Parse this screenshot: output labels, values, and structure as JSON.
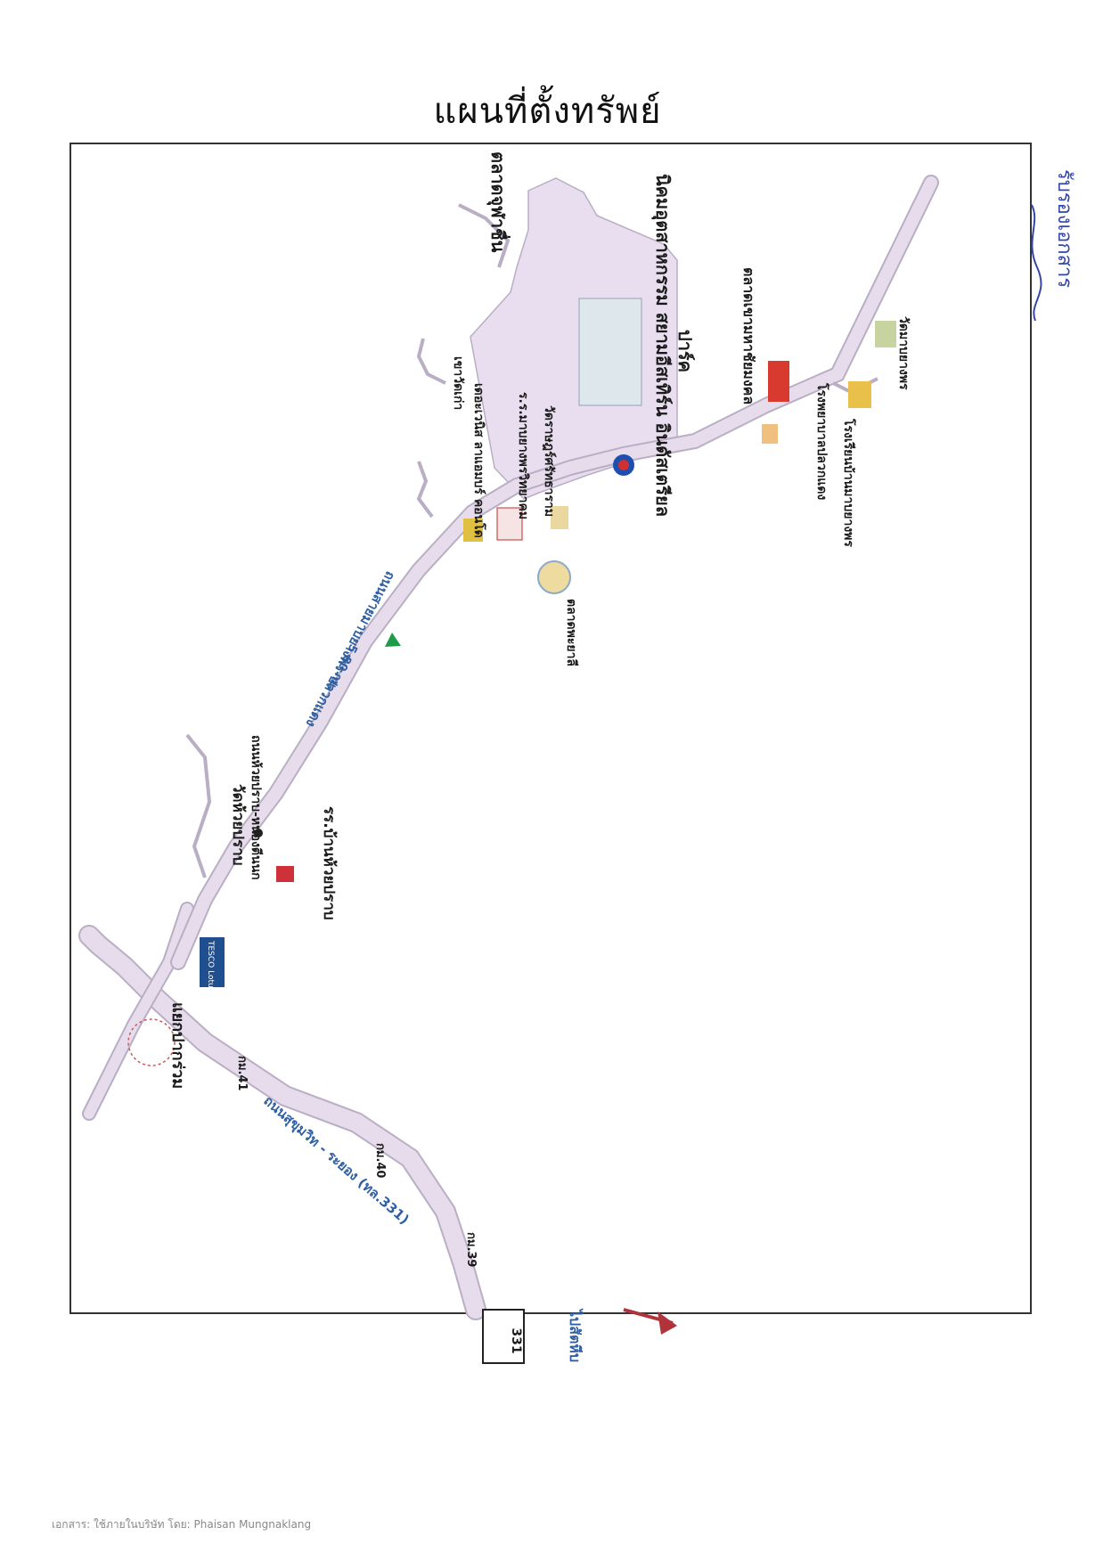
{
  "title": "แผนที่ตั้งทรัพย์",
  "signature_text": "รับรองเอกสาร",
  "footer": "เอกสาร: ใช้ภายในบริษัท โดย: Phaisan Mungnaklang",
  "map": {
    "labels": {
      "talad_chuchuan": "ตลาดจุฬาชื่น",
      "estate": "นิคมอุตสาหกรรม สยามอีสเทิร์น อินดัสเตรียล",
      "estate_sub": "ปาร์ค",
      "khao_chao_kao": "เขาวัดเก่า",
      "the_venice": "เดอะเวนิส ลาแอมบร์ คอนโด",
      "school_maha_wittayakom": "ร.ร.มาบยางพรวิทยาคม",
      "wat_pracha": "วัดราษฎร์ศรัทธาราม",
      "market_name": "ตลาดเขามหาชัยมงคล",
      "hospital": "โรงพยาบาลปลวกแดง",
      "school_ban_mab_yang": "โรงเรียนบ้านมาบยางพร",
      "wat_mab_yang": "วัดมาบยางพร",
      "lotus": "ตลาดพะยาลี",
      "road_main": "ถนนสายมาบยางพร-ปลวกแดง",
      "distance": "5.80 กม.",
      "wat_huai_prab": "วัดห้วยปราบ",
      "road_huai_prab": "ถนนห้วยปราบ-หนองตีนนก",
      "school_ban_huai_prab": "รร.บ้านห้วยปราบ",
      "tesco": "TESCO Lotus",
      "junction": "แยกปากร่วม",
      "km41": "กม.41",
      "km40": "กม.40",
      "km39": "กม.39",
      "highway": "ถนนสุขุมวิท - ระยอง (ทล.331)",
      "route_no": "331",
      "to_sattahip": "ไปสัตหีบ"
    }
  },
  "colors": {
    "road": "#e7dcec",
    "road_edge": "#b9aec4",
    "estate": "#e9def0",
    "road_text": "#2f5fa0",
    "arrow": "#b0343a",
    "signature": "#3347a8"
  }
}
